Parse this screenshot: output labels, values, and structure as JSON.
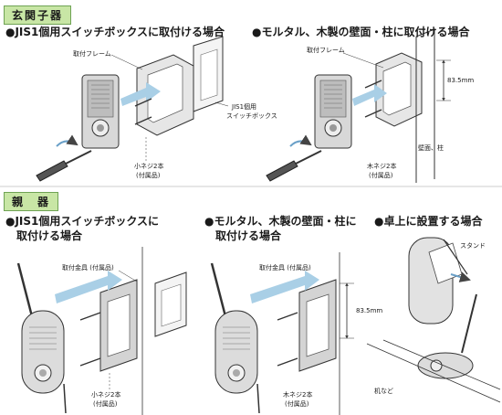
{
  "sections": {
    "entrance": {
      "title": "玄関子器"
    },
    "master": {
      "title": "親　器"
    }
  },
  "headings": {
    "entrance_switch": "●JIS1個用スイッチボックスに取付ける場合",
    "entrance_wall": "●モルタル、木製の壁面・柱に取付ける場合",
    "master_switch_1": "●JIS1個用スイッチボックスに",
    "master_switch_2": "取付ける場合",
    "master_wall_1": "●モルタル、木製の壁面・柱に",
    "master_wall_2": "取付ける場合",
    "master_desk": "●卓上に設置する場合"
  },
  "labels": {
    "frame_1": "取付フレーム",
    "frame_2": "取付フレーム",
    "jis_box_1": "JIS1個用",
    "jis_box_2": "スイッチボックス",
    "wall_pillar": "壁面、柱",
    "dim_1": "83.5mm",
    "dim_2": "83.5mm",
    "small_screw_1a": "小ネジ2本",
    "small_screw_1b": "(付属品)",
    "wood_screw_1a": "木ネジ2本",
    "wood_screw_1b": "(付属品)",
    "bracket_1": "取付金具 (付属品)",
    "bracket_2": "取付金具 (付属品)",
    "small_screw_2a": "小ネジ2本",
    "small_screw_2b": "(付属品)",
    "wood_screw_2a": "木ネジ2本",
    "wood_screw_2b": "(付属品)",
    "stand": "スタンド",
    "desk": "机など"
  },
  "colors": {
    "section_tag": "#c8e6a5",
    "arrow": "#a9cfe6"
  }
}
